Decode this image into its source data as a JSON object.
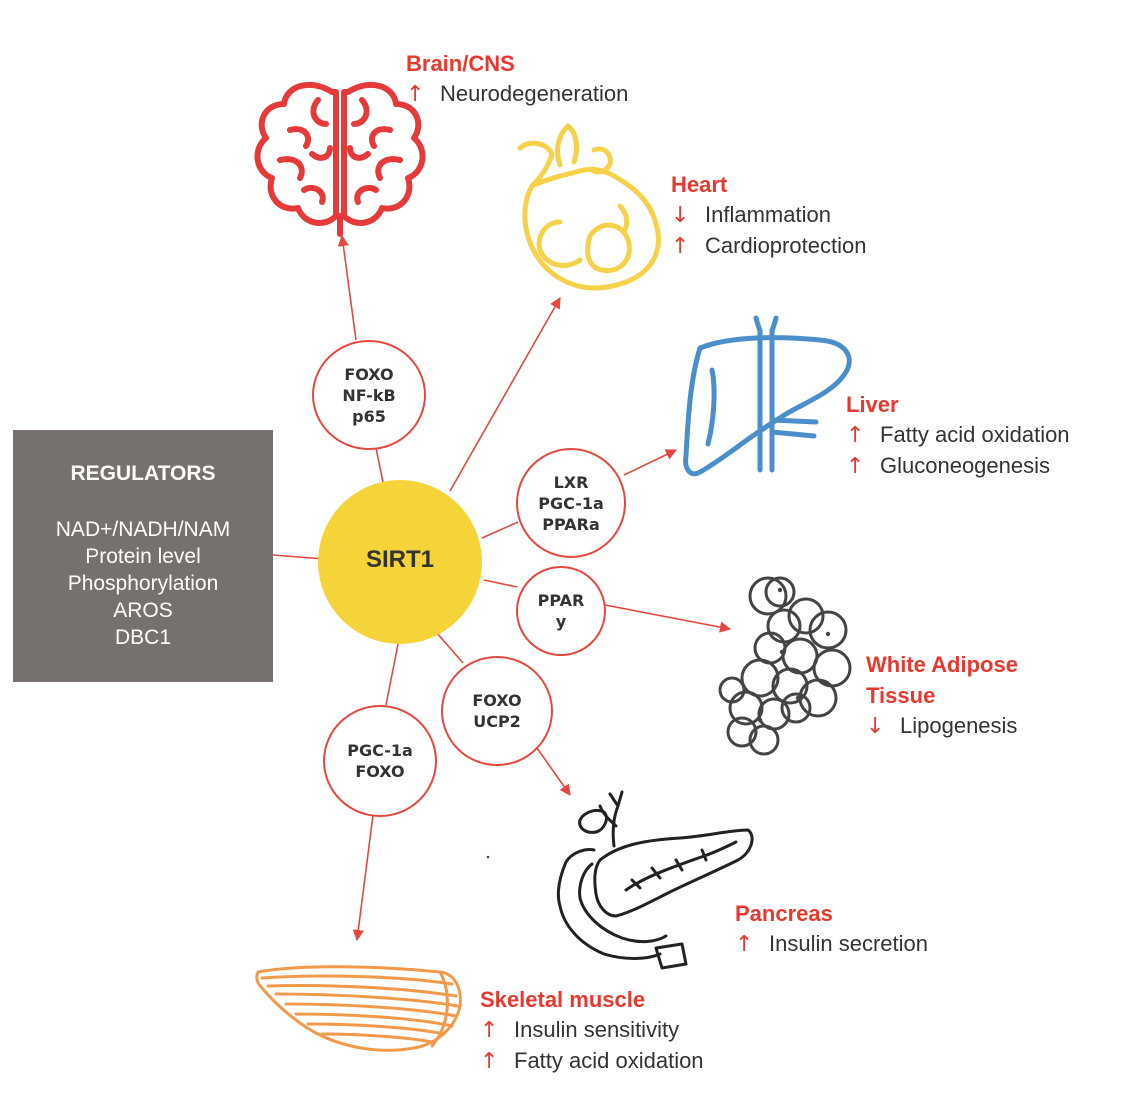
{
  "regulators": {
    "title": "REGULATORS",
    "items": [
      "NAD+/NADH/NAM",
      "Protein level",
      "Phosphorylation",
      "AROS",
      "DBC1"
    ]
  },
  "center": "SIRT1",
  "mediators": {
    "brain": [
      "FOXO",
      "NF-kB",
      "p65"
    ],
    "liver": [
      "LXR",
      "PGC-1a",
      "PPARa"
    ],
    "adipose": [
      "PPAR",
      "y"
    ],
    "pancreas": [
      "FOXO",
      "UCP2"
    ],
    "muscle": [
      "PGC-1a",
      "FOXO"
    ]
  },
  "organs": {
    "brain": {
      "title": "Brain/CNS",
      "effects": [
        {
          "arrow": "↑",
          "text": "Neurodegeneration"
        }
      ]
    },
    "heart": {
      "title": "Heart",
      "effects": [
        {
          "arrow": "↓",
          "text": "Inflammation"
        },
        {
          "arrow": "↑",
          "text": "Cardioprotection"
        }
      ]
    },
    "liver": {
      "title": "Liver",
      "effects": [
        {
          "arrow": "↑",
          "text": "Fatty acid oxidation"
        },
        {
          "arrow": "↑",
          "text": "Gluconeogenesis"
        }
      ]
    },
    "adipose": {
      "title_lines": [
        "White Adipose",
        "Tissue"
      ],
      "effects": [
        {
          "arrow": "↓",
          "text": "Lipogenesis"
        }
      ]
    },
    "pancreas": {
      "title": "Pancreas",
      "effects": [
        {
          "arrow": "↑",
          "text": "Insulin secretion"
        }
      ]
    },
    "muscle": {
      "title": "Skeletal muscle",
      "effects": [
        {
          "arrow": "↑",
          "text": "Insulin sensitivity"
        },
        {
          "arrow": "↑",
          "text": "Fatty acid oxidation"
        }
      ]
    }
  },
  "colors": {
    "arrow": "#e8473f",
    "title": "#e8392f",
    "sirt": "#f5d43a",
    "regulator_box": "#77716e",
    "brain": "#e5393a",
    "heart": "#f6d24a",
    "liver": "#4a8fc9",
    "adipose": "#444444",
    "pancreas": "#222222",
    "muscle": "#f19a4c"
  },
  "icons": [
    "brain-icon",
    "heart-icon",
    "liver-icon",
    "adipose-cells-icon",
    "pancreas-icon",
    "muscle-icon"
  ]
}
